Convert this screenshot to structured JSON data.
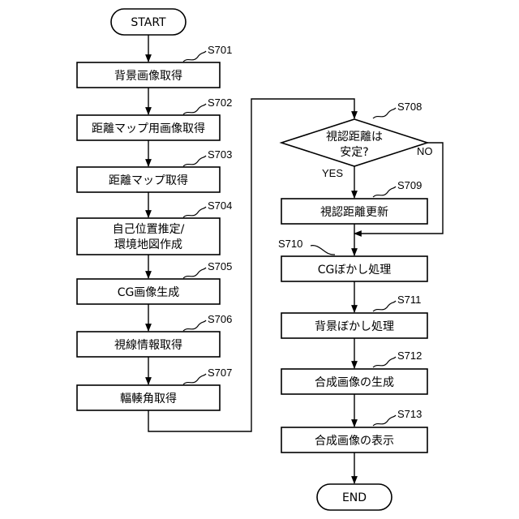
{
  "terminals": {
    "start": "START",
    "end": "END"
  },
  "left_steps": [
    {
      "id": "S701",
      "label": "背景画像取得"
    },
    {
      "id": "S702",
      "label": "距離マップ用画像取得"
    },
    {
      "id": "S703",
      "label": "距離マップ取得"
    },
    {
      "id": "S704",
      "label_line1": "自己位置推定/",
      "label_line2": "環境地図作成"
    },
    {
      "id": "S705",
      "label": "CG画像生成"
    },
    {
      "id": "S706",
      "label": "視線情報取得"
    },
    {
      "id": "S707",
      "label": "輻輳角取得"
    }
  ],
  "decision": {
    "id": "S708",
    "line1": "視認距離は",
    "line2": "安定?",
    "yes": "YES",
    "no": "NO"
  },
  "right_steps": [
    {
      "id": "S709",
      "label": "視認距離更新"
    },
    {
      "id": "S710",
      "label": "CGぼかし処理"
    },
    {
      "id": "S711",
      "label": "背景ぼかし処理"
    },
    {
      "id": "S712",
      "label": "合成画像の生成"
    },
    {
      "id": "S713",
      "label": "合成画像の表示"
    }
  ]
}
